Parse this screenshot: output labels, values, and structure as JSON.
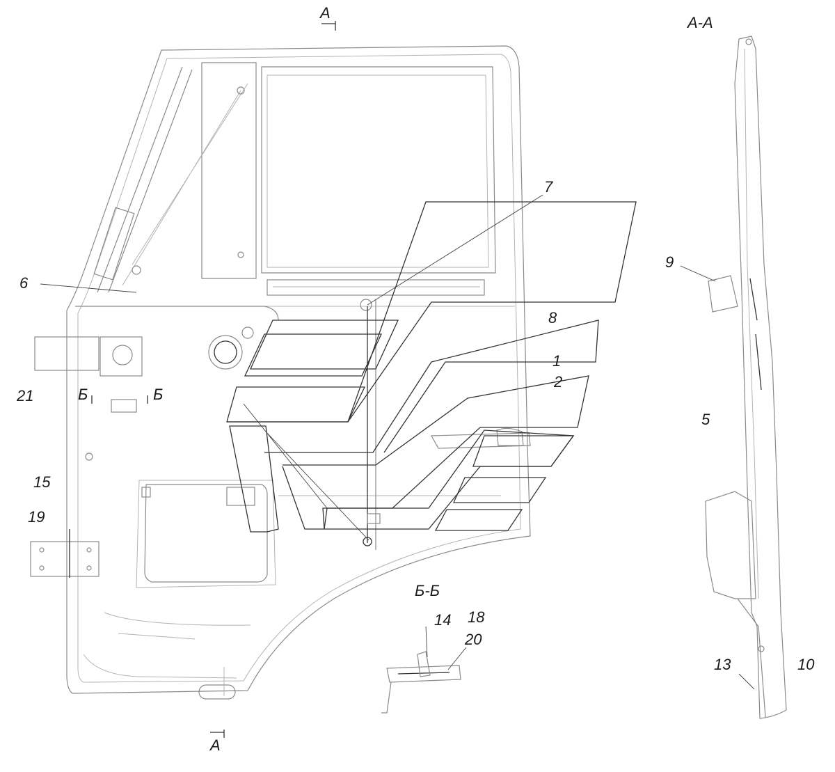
{
  "view_labels": {
    "top_A": "A",
    "bottom_A": "A",
    "section_AA": "A-A",
    "section_BB": "Б-Б",
    "cut_B_left": "Б",
    "cut_B_right": "Б"
  },
  "callouts": {
    "c1": "1",
    "c2": "2",
    "c5": "5",
    "c6": "6",
    "c7": "7",
    "c8": "8",
    "c9": "9",
    "c10": "10",
    "c13": "13",
    "c14": "14",
    "c15": "15",
    "c18": "18",
    "c19": "19",
    "c20": "20",
    "c21": "21"
  }
}
